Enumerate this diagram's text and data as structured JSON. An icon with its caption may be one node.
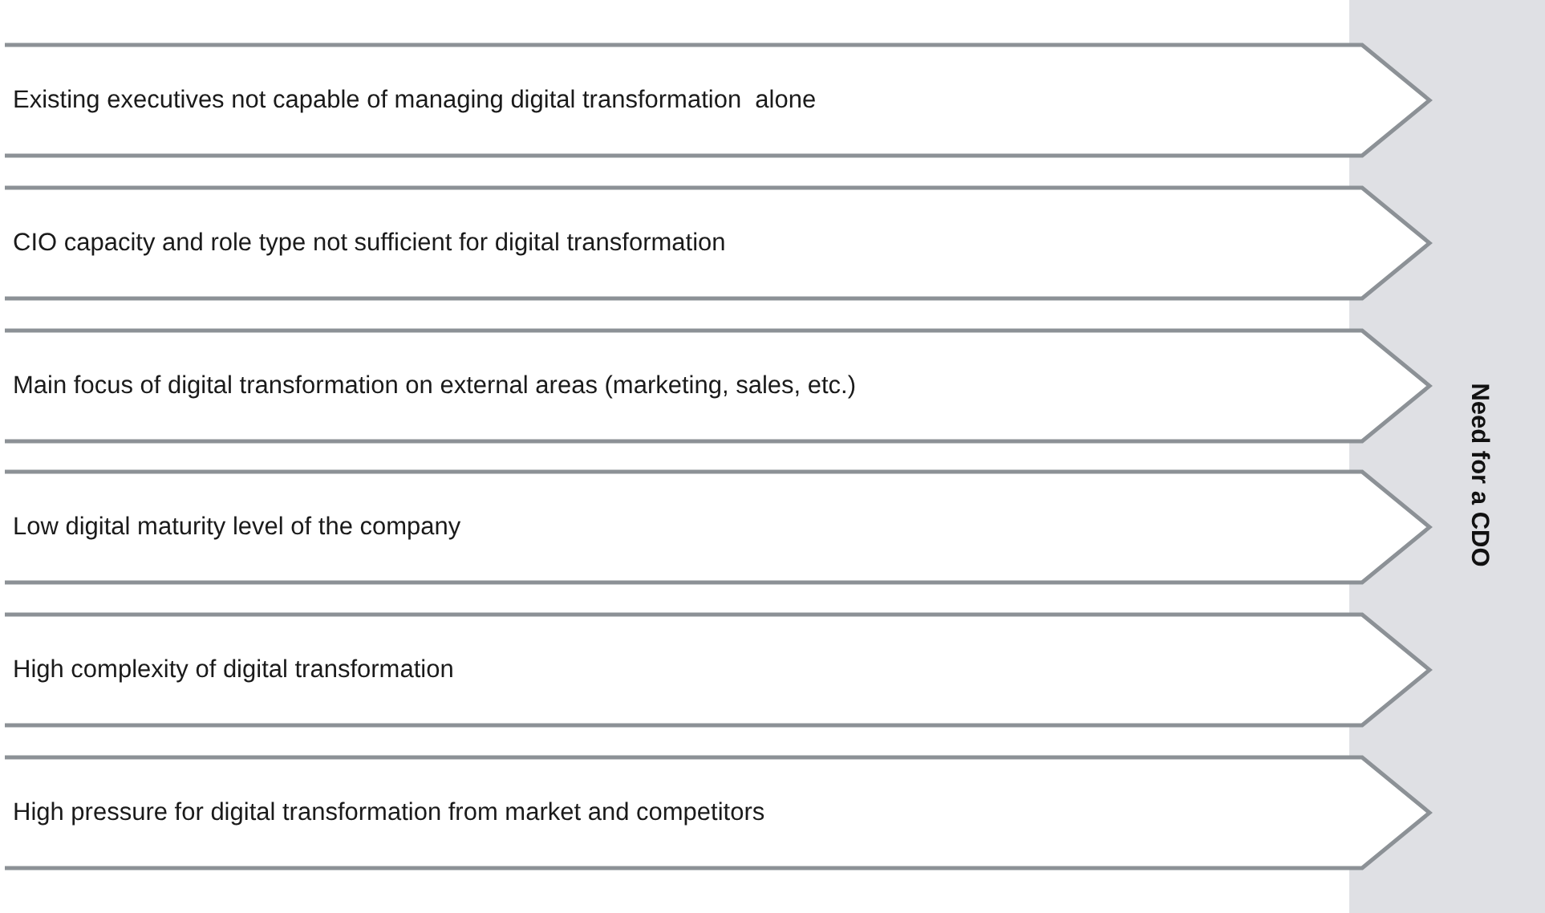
{
  "diagram": {
    "nodes": [
      {
        "text": [
          "Existing executives not capable of managing digital transformation  alone"
        ]
      },
      {
        "text": [
          "CIO capacity and role type not sufficient for digital transformation"
        ]
      },
      {
        "text": [
          "Main focus of digital transformation on external areas (marketing, sales, etc.)"
        ]
      },
      {
        "text": [
          "Low digital maturity level of the company"
        ]
      },
      {
        "text": [
          "High complexity of digital transformation"
        ]
      },
      {
        "text": [
          "High pressure for digital transformation from market and competitors"
        ]
      },
      {
        "text": [
          "Need for a CDO"
        ]
      }
    ]
  }
}
